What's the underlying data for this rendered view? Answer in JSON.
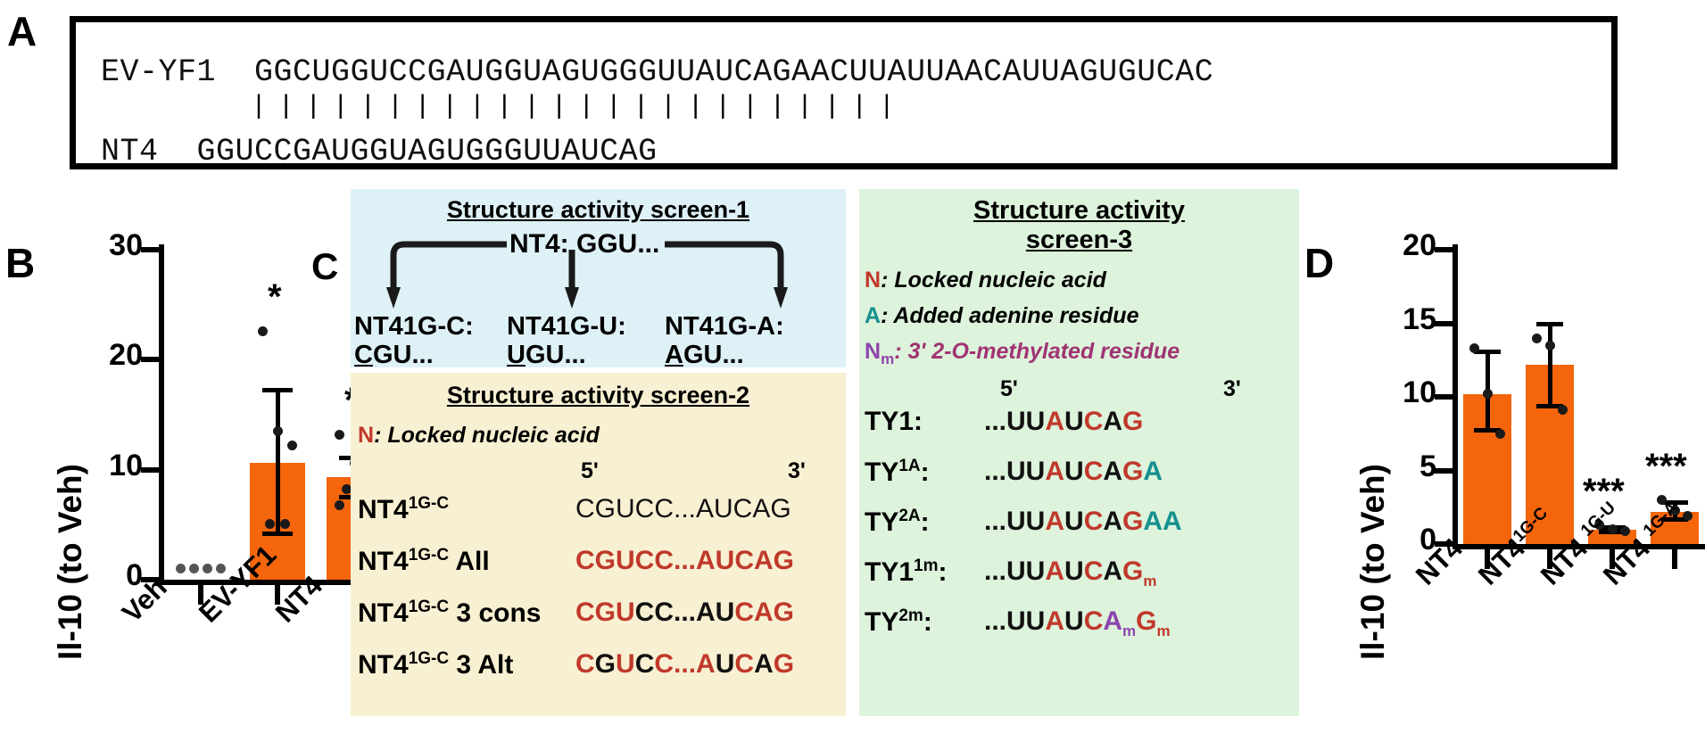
{
  "panels": {
    "A": {
      "letter": "A"
    },
    "B": {
      "letter": "B"
    },
    "C": {
      "letter": "C"
    },
    "D": {
      "letter": "D"
    }
  },
  "panelA": {
    "top_name": "EV-YF1",
    "top_sequence": "GGCUGGUCCGAUGGUAGUGGGUUAUCAGAACUUAUUAACAUUAGUGUCAC",
    "pairing_bars": "||||||||||||||||||||||||",
    "bottom_name": "NT4",
    "bottom_sequence": "GGUCCGAUGGUAGUGGGUUAUCAG"
  },
  "chart_data": [
    {
      "id": "panelB",
      "type": "bar",
      "title": "",
      "ylabel": "Il-10 (to Veh)",
      "xlabel": "",
      "ylim": [
        0,
        30
      ],
      "yticks": [
        0,
        10,
        20,
        30
      ],
      "categories": [
        "Veh",
        "EV-YF1",
        "NT4"
      ],
      "values": [
        1.0,
        10.6,
        9.3
      ],
      "err_up": [
        0,
        6.8,
        2.0
      ],
      "err_down": [
        0,
        6.6,
        2.0
      ],
      "significance": [
        "",
        "*",
        "*"
      ],
      "points": [
        [
          1.0,
          1.0,
          1.0,
          1.0
        ],
        [
          22.6,
          13.5,
          12.2,
          5.1,
          5.1
        ],
        [
          13.2,
          10.6,
          9.6,
          8.2,
          7.6,
          7.0,
          6.8
        ]
      ],
      "bar_color": "#F4650C",
      "grid": false
    },
    {
      "id": "panelD",
      "type": "bar",
      "title": "",
      "ylabel": "Il-10 (to Veh)",
      "xlabel": "",
      "ylim": [
        0,
        20
      ],
      "yticks": [
        0,
        5,
        10,
        15,
        20
      ],
      "categories": [
        "NT4",
        "NT4 1G-C",
        "NT4 1G-U",
        "NT4 1G-A"
      ],
      "category_labels": [
        {
          "base": "NT4",
          "sup": ""
        },
        {
          "base": "NT4",
          "sup": "1G-C"
        },
        {
          "base": "NT4 ",
          "sup": "1G-U"
        },
        {
          "base": "NT4 ",
          "sup": "1G-A"
        }
      ],
      "values": [
        10.2,
        12.2,
        0.95,
        2.2
      ],
      "err_up": [
        3.0,
        2.9,
        0.35,
        0.8
      ],
      "err_down": [
        2.6,
        3.0,
        0.3,
        0.7
      ],
      "significance": [
        "",
        "",
        "***",
        "***"
      ],
      "points": [
        [
          13.3,
          10.2,
          7.5
        ],
        [
          14.0,
          13.5,
          9.1
        ],
        [
          1.3,
          1.0,
          0.85
        ],
        [
          3.0,
          2.3,
          1.9
        ]
      ],
      "bar_color": "#F4650C",
      "grid": false
    }
  ],
  "screen1": {
    "title": "Structure activity screen-1",
    "parent_label": "NT4:",
    "parent_seq": "GGU...",
    "variants": [
      {
        "name": "NT41G-C:",
        "seq_first": "C",
        "seq_rest": "GU..."
      },
      {
        "name": "NT41G-U:",
        "seq_first": "U",
        "seq_rest": "GU..."
      },
      {
        "name": "NT41G-A:",
        "seq_first": "A",
        "seq_rest": "GU..."
      }
    ]
  },
  "screen2": {
    "title": "Structure activity screen-2",
    "legend": [
      {
        "key": "N",
        "key_color": "#C0392B",
        "text": ": Locked nucleic acid"
      }
    ],
    "end5": "5'",
    "end3": "3'",
    "rows": [
      {
        "label_base": "NT4",
        "label_sup": "1G-C",
        "label_suffix": "",
        "segments": [
          {
            "t": "CGUCC...AUCAG",
            "c": "black"
          }
        ]
      },
      {
        "label_base": "NT4",
        "label_sup": "1G-C",
        "label_suffix": " All",
        "segments": [
          {
            "t": "CGUCC...AUCAG",
            "c": "red"
          }
        ]
      },
      {
        "label_base": "NT4",
        "label_sup": "1G-C",
        "label_suffix": " 3 cons",
        "segments": [
          {
            "t": "CGU",
            "c": "red"
          },
          {
            "t": "CC...AU",
            "c": "black"
          },
          {
            "t": "CAG",
            "c": "red"
          }
        ]
      },
      {
        "label_base": "NT4",
        "label_sup": "1G-C",
        "label_suffix": " 3 Alt",
        "segments": [
          {
            "t": "C",
            "c": "red"
          },
          {
            "t": "G",
            "c": "black"
          },
          {
            "t": "U",
            "c": "red"
          },
          {
            "t": "C",
            "c": "black"
          },
          {
            "t": "C",
            "c": "red"
          },
          {
            "t": "...",
            "c": "red"
          },
          {
            "t": "A",
            "c": "red"
          },
          {
            "t": "U",
            "c": "black"
          },
          {
            "t": "C",
            "c": "red"
          },
          {
            "t": "A",
            "c": "black"
          },
          {
            "t": "G",
            "c": "red"
          }
        ]
      }
    ]
  },
  "screen3": {
    "title_line1": "Structure activity",
    "title_line2": "screen-3",
    "legend": [
      {
        "key": "N",
        "key_sub": "",
        "key_color": "#C0392B",
        "text": ": Locked nucleic acid",
        "text_color": "#000000"
      },
      {
        "key": "A",
        "key_sub": "",
        "key_color": "#178F8F",
        "text": ": Added adenine residue",
        "text_color": "#000000"
      },
      {
        "key": "N",
        "key_sub": "m",
        "key_color": "#8E44AD",
        "text": ": 3' 2-O-methylated residue",
        "text_color": "#A03472"
      }
    ],
    "end5": "5'",
    "end3": "3'",
    "rows": [
      {
        "label_base": "TY1",
        "label_sup": "",
        "label_colon": ":",
        "segments": [
          {
            "t": "...UU",
            "c": "black"
          },
          {
            "t": "A",
            "c": "red"
          },
          {
            "t": "U",
            "c": "black"
          },
          {
            "t": "C",
            "c": "red"
          },
          {
            "t": "A",
            "c": "black"
          },
          {
            "t": "G",
            "c": "red"
          }
        ]
      },
      {
        "label_base": "TY",
        "label_sup": "1A",
        "label_colon": ":",
        "segments": [
          {
            "t": "...UU",
            "c": "black"
          },
          {
            "t": "A",
            "c": "red"
          },
          {
            "t": "U",
            "c": "black"
          },
          {
            "t": "C",
            "c": "red"
          },
          {
            "t": "A",
            "c": "black"
          },
          {
            "t": "G",
            "c": "red"
          },
          {
            "t": "A",
            "c": "teal"
          }
        ]
      },
      {
        "label_base": "TY",
        "label_sup": "2A",
        "label_colon": ":",
        "segments": [
          {
            "t": "...UU",
            "c": "black"
          },
          {
            "t": "A",
            "c": "red"
          },
          {
            "t": "U",
            "c": "black"
          },
          {
            "t": "C",
            "c": "red"
          },
          {
            "t": "A",
            "c": "black"
          },
          {
            "t": "G",
            "c": "red"
          },
          {
            "t": "AA",
            "c": "teal"
          }
        ]
      },
      {
        "label_base": "TY1",
        "label_sup": "1m",
        "label_colon": ":",
        "segments": [
          {
            "t": "...UU",
            "c": "black"
          },
          {
            "t": "A",
            "c": "red"
          },
          {
            "t": "U",
            "c": "black"
          },
          {
            "t": "C",
            "c": "red"
          },
          {
            "t": "A",
            "c": "black"
          },
          {
            "t": "G",
            "c": "red",
            "sub": "m"
          }
        ]
      },
      {
        "label_base": "TY",
        "label_sup": "2m",
        "label_colon": ":",
        "segments": [
          {
            "t": "...UU",
            "c": "black"
          },
          {
            "t": "A",
            "c": "red"
          },
          {
            "t": "U",
            "c": "black"
          },
          {
            "t": "C",
            "c": "red"
          },
          {
            "t": "A",
            "c": "purple",
            "sub": "m"
          },
          {
            "t": "G",
            "c": "red",
            "sub": "m"
          }
        ]
      }
    ]
  },
  "colors": {
    "bar_orange": "#F4650C",
    "locked_red": "#C0392B",
    "added_teal": "#178F8F",
    "methyl_purple": "#8E44AD",
    "methyl_magenta": "#A03472",
    "box1_blue": "#DEF1F7",
    "box2_beige": "#F8F0D2",
    "box3_green": "#DDF3DC"
  }
}
